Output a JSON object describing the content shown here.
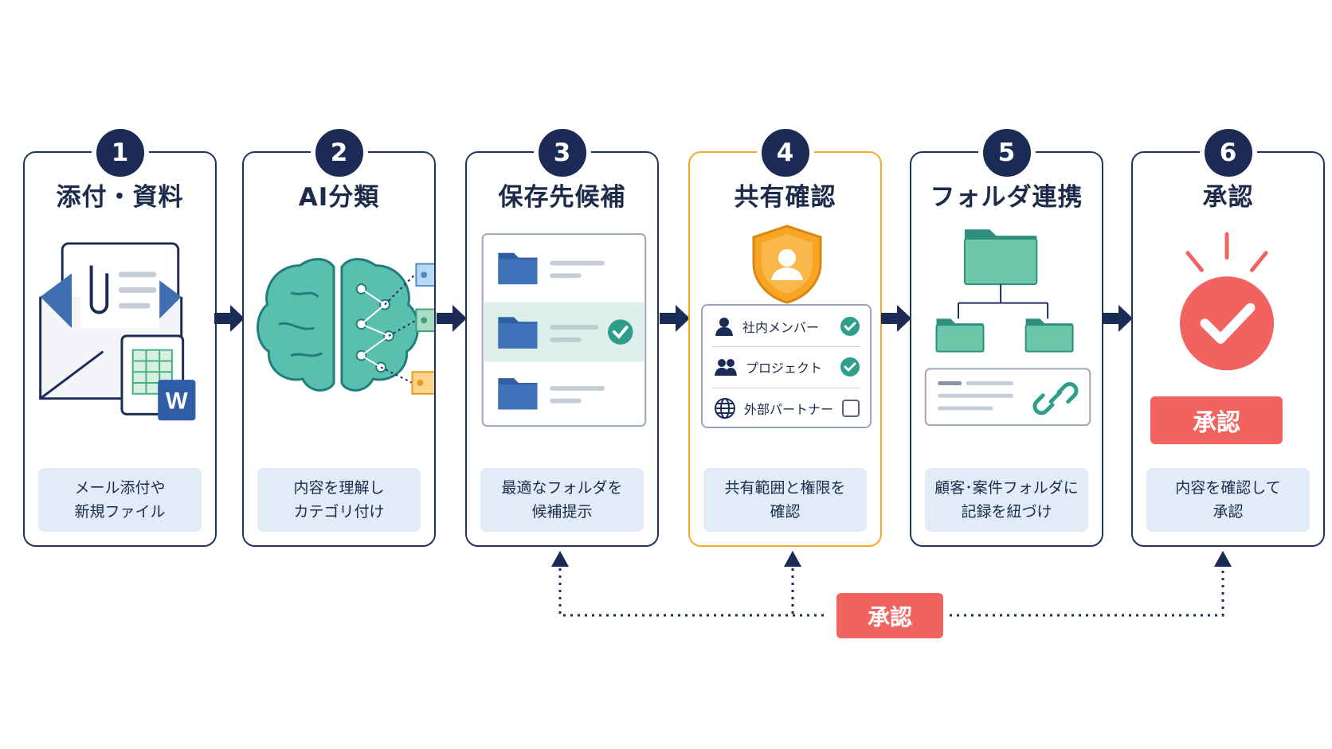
{
  "steps": [
    {
      "number": "1",
      "title": "添付・資料",
      "description": "メール添付や\n新規ファイル"
    },
    {
      "number": "2",
      "title": "AI分類",
      "description": "内容を理解し\nカテゴリ付け"
    },
    {
      "number": "3",
      "title": "保存先候補",
      "description": "最適なフォルダを\n候補提示"
    },
    {
      "number": "4",
      "title": "共有確認",
      "description": "共有範囲と権限を\n確認"
    },
    {
      "number": "5",
      "title": "フォルダ連携",
      "description": "顧客･案件フォルダに\n記録を紐づけ"
    },
    {
      "number": "6",
      "title": "承認",
      "description": "内容を確認して\n承認"
    }
  ],
  "share": {
    "rows": [
      {
        "label": "社内メンバー",
        "checked": true,
        "icon": "person-icon"
      },
      {
        "label": "プロジェクト",
        "checked": true,
        "icon": "group-icon"
      },
      {
        "label": "外部パートナー",
        "checked": false,
        "icon": "globe-icon"
      }
    ]
  },
  "approve_button_label": "承認",
  "feedback_label": "承認",
  "colors": {
    "navy": "#1b2b55",
    "accent_orange": "#f3a92c",
    "approve_red": "#f2625e",
    "teal": "#5bbfa4",
    "folder_blue": "#2f5f9e",
    "desc_bg": "#e2ecf8"
  }
}
